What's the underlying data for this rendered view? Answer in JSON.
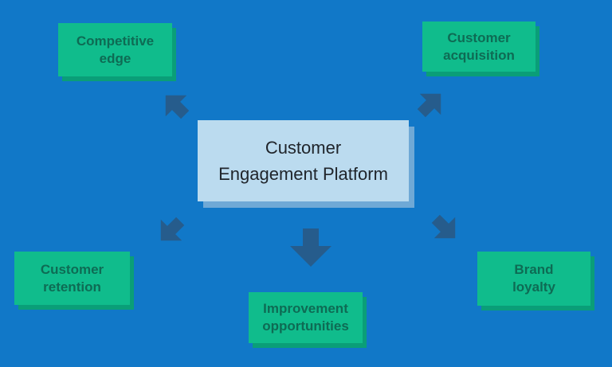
{
  "colors": {
    "background": "#1178C8",
    "node-green": "#10BC8C",
    "node-green-shadow": "#0A9E78",
    "node-text": "#0E6B54",
    "center-fill": "#BBDBEF",
    "center-shadow": "#6FA9D6",
    "center-text": "#20252B",
    "arrow": "#265C8C"
  },
  "diagram": {
    "center": {
      "label": "Customer\nEngagement Platform"
    },
    "nodes": [
      {
        "id": "competitive-edge",
        "label": "Competitive\nedge"
      },
      {
        "id": "customer-acquisition",
        "label": "Customer\nacquisition"
      },
      {
        "id": "customer-retention",
        "label": "Customer\nretention"
      },
      {
        "id": "improvement-opportunities",
        "label": "Improvement\nopportunities"
      },
      {
        "id": "brand-loyalty",
        "label": "Brand\nloyalty"
      }
    ],
    "arrows": [
      {
        "direction": "up-left"
      },
      {
        "direction": "up-right"
      },
      {
        "direction": "down-left"
      },
      {
        "direction": "down"
      },
      {
        "direction": "down-right"
      }
    ]
  }
}
